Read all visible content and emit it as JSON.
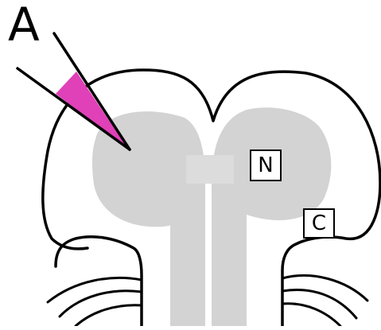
{
  "figure": {
    "panel_letter": "A",
    "labels": {
      "neuropil": "N",
      "cortex": "C"
    },
    "colors": {
      "outline": "#000000",
      "neuropil_fill": "#d3d3d3",
      "commissure_fill": "#dcdcdc",
      "pipette_tip": "#e040b8",
      "background": "#ffffff"
    }
  }
}
